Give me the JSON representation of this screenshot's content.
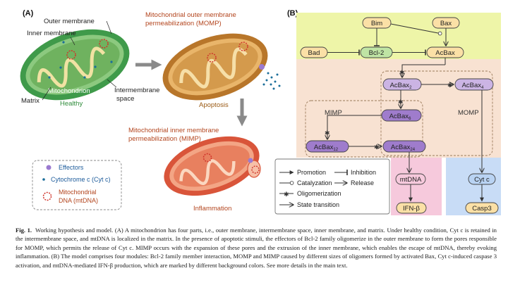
{
  "panelA": {
    "label": "(A)",
    "outer_membrane": "Outer membrane",
    "inner_membrane": "Inner membrane",
    "mitochondrion": "Mitochondrion",
    "matrix": "Matrix",
    "healthy": "Healthy",
    "intermembrane_1": "Intermembrane",
    "intermembrane_2": "space",
    "momp_title_1": "Mitochondrial outer membrane",
    "momp_title_2": "permeabilization (MOMP)",
    "apoptosis": "Apoptosis",
    "mimp_title_1": "Mitochondrial inner membrane",
    "mimp_title_2": "permeabilization (MIMP)",
    "inflammation": "Inflammation",
    "legend": {
      "effectors": "Effectors",
      "cytc": "Cytochrome c (Cyt c)",
      "mtdna_1": "Mitochondrial",
      "mtdna_2": "DNA (mtDNA)"
    }
  },
  "panelB": {
    "label": "(B)",
    "nodes": {
      "bim": "Bim",
      "bax": "Bax",
      "bad": "Bad",
      "bcl2": "Bcl-2",
      "acbax": "AcBax",
      "acbax2_main": "AcBax",
      "acbax2_sub": "2",
      "acbax4_main": "AcBax",
      "acbax4_sub": "4",
      "acbax6_main": "AcBax",
      "acbax6_sub": "6",
      "acbax12_main": "AcBax",
      "acbax12_sub": "12",
      "acbax24_main": "AcBax",
      "acbax24_sub": "24",
      "mtdna": "mtDNA",
      "cytc": "Cyt c",
      "ifnb": "IFN-β",
      "casp3": "Casp3"
    },
    "mimp_label": "MIMP",
    "momp_label": "MOMP",
    "legend": {
      "promotion": "Promotion",
      "inhibition": "Inhibition",
      "catalyzation": "Catalyzation",
      "release": "Release",
      "oligomerization": "Oligomerization",
      "state_transition": "State transition"
    }
  },
  "caption": {
    "label": "Fig. 1.",
    "text": "Working hypothesis and model. (A) A mitochondrion has four parts, i.e., outer membrane, intermembrane space, inner membrane, and matrix. Under healthy condition, Cyt c is retained in the intermembrane space, and mtDNA is localized in the matrix. In the presence of apoptotic stimuli, the effectors of Bcl-2 family oligomerize in the outer membrane to form the pores responsible for MOMP, which permits the release of Cyt c. MIMP occurs with the expansion of these pores and the extrusion of the inner membrane, which enables the escape of mtDNA, thereby evoking inflammation. (B) The model comprises four modules: Bcl-2 family member interaction, MOMP and MIMP caused by different sizes of oligomers formed by activated Bax, Cyt c-induced caspase 3 activation, and mtDNA-mediated IFN-β production, which are marked by different background colors. See more details in the main text."
  },
  "colors": {
    "healthy_outer": "#3f9a4a",
    "healthy_inner": "#8cc97f",
    "apoptosis_outer": "#b8762a",
    "apoptosis_inner": "#e9b56a",
    "inflammation_outer": "#d9553a",
    "inflammation_inner": "#f3a585",
    "module_bcl2": "#eef5a8",
    "module_momp_mimp": "#f8e2d2",
    "module_mtdna": "#f6c9dc",
    "module_cytc": "#c8dcf6",
    "node_green": "#bfe4a4",
    "node_purple": "#cbb4e4",
    "node_orange": "#fbe0a6",
    "node_blue": "#b9d3f3"
  }
}
